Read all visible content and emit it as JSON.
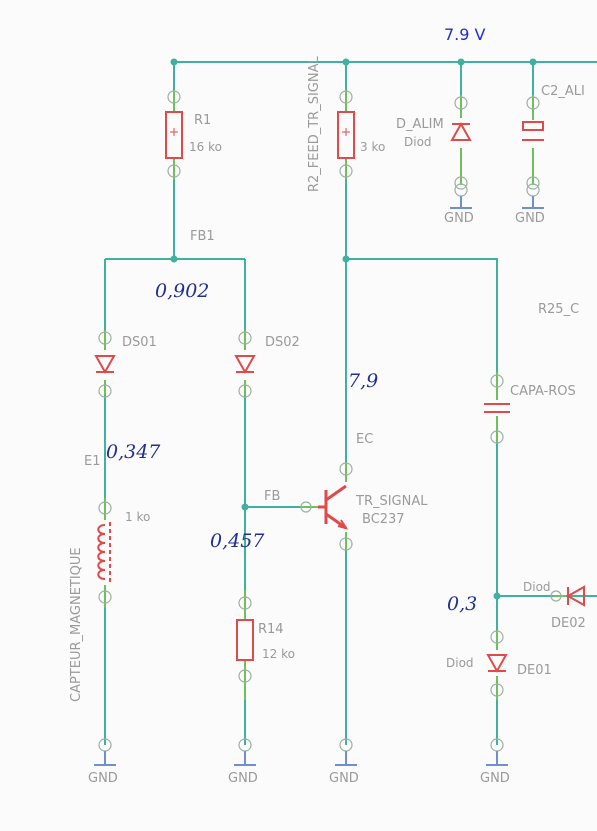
{
  "colors": {
    "wire": "#40b0a0",
    "component": "#e04a4a",
    "pin": "#6fbf5a",
    "gnd": "#6f8fd0",
    "text": "#9a9a9a",
    "handwriting": "#1f2f8f",
    "supply_label": "#1f2fd0"
  },
  "supply": {
    "voltage": "7.9 V"
  },
  "nets": {
    "fb1": "FB1",
    "fb": "FB",
    "ec": "EC",
    "e1": "E1",
    "feed_net": "R2_FEED_TR_SIGNAL",
    "r25": "R25_C"
  },
  "components": {
    "r1": {
      "name": "R1",
      "value": "16 ko"
    },
    "r2": {
      "value": "3 ko"
    },
    "r14": {
      "name": "R14",
      "value": "12 ko"
    },
    "coil": {
      "name": "CAPTEUR_MAGNETIQUE",
      "value": "1 ko"
    },
    "ds01": {
      "name": "DS01"
    },
    "ds02": {
      "name": "DS02"
    },
    "transistor": {
      "name": "TR_SIGNAL",
      "value": "BC237"
    },
    "capa": {
      "name": "CAPA-ROS"
    },
    "d_alim": {
      "name": "D_ALIM",
      "value": "Diod"
    },
    "c2": {
      "name": "C2_ALI"
    },
    "de01": {
      "name": "DE01",
      "value": "Diod"
    },
    "de02": {
      "name": "DE02",
      "value": "Diod"
    }
  },
  "gnd_label": "GND",
  "handwritten": {
    "fb1_voltage": "0,902",
    "e1_voltage": "0,347",
    "fb_voltage": "0,457",
    "ec_voltage": "7,9",
    "de_voltage": "0,3"
  }
}
